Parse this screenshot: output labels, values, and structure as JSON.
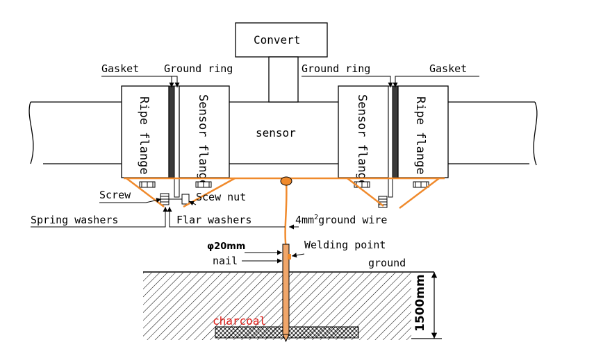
{
  "labels": {
    "convert": "Convert",
    "gasket_left": "Gasket",
    "ground_ring_left": "Ground ring",
    "ground_ring_right": "Ground ring",
    "gasket_right": "Gasket",
    "ripe_flange_left": "Ripe flange",
    "sensor_flange_left": "Sensor flange",
    "sensor": "sensor",
    "sensor_flange_right": "Sensor flange",
    "ripe_flange_right": "Ripe flange",
    "screw": "Screw",
    "scew_nut": "Scew nut",
    "spring_washers": "Spring washers",
    "flar_washers": "Flar washers",
    "ground_wire_pre": "4mm",
    "ground_wire_sup": "2",
    "ground_wire_post": "ground wire",
    "phi20mm": "φ20mm",
    "nail": "nail",
    "welding_point": "Welding point",
    "ground": "ground",
    "depth": "1500mm",
    "charcoal": "charcoal"
  },
  "colors": {
    "wire": "#f08a2c",
    "charcoal_text": "#e0201b",
    "line": "#000000",
    "gasket": "#3a3a3a"
  }
}
